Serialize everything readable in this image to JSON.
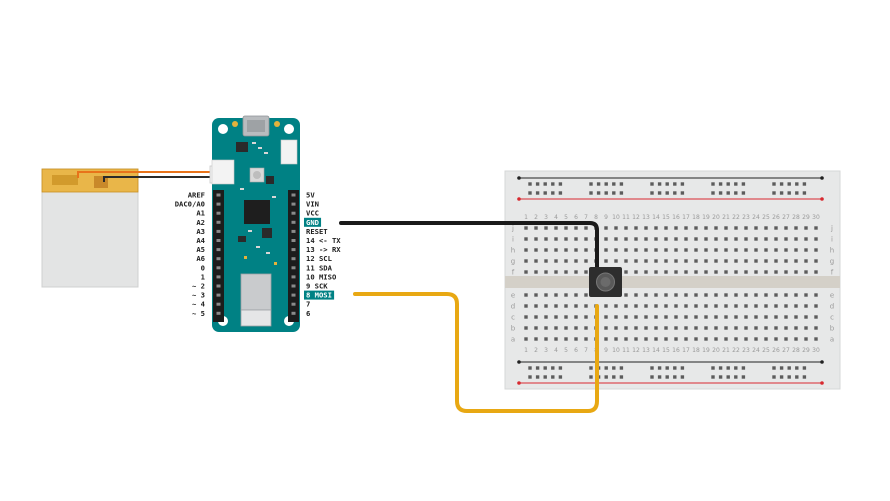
{
  "board": {
    "left_pins": [
      "AREF",
      "DAC0/A0",
      "A1",
      "A2",
      "A3",
      "A4",
      "A5",
      "A6",
      "0",
      "1",
      "~ 2",
      "~ 3",
      "~ 4",
      "~ 5"
    ],
    "right_pins": [
      "5V",
      "VIN",
      "VCC",
      "GND",
      "RESET",
      "14 <- TX",
      "13 -> RX",
      "12 SCL",
      "11 SDA",
      "10 MISO",
      "9 SCK",
      "8 MOSI",
      "7",
      "6"
    ],
    "highlighted_right_pins": [
      "GND",
      "8 MOSI"
    ]
  },
  "breadboard": {
    "column_count": 30,
    "rows_top": [
      "j",
      "i",
      "h",
      "g",
      "f"
    ],
    "rows_bottom": [
      "e",
      "d",
      "c",
      "b",
      "a"
    ]
  },
  "wires": [
    {
      "from": "GND",
      "to": "breadboard row f column 8",
      "color": "#1a1a1a"
    },
    {
      "from": "8 MOSI",
      "to": "breadboard row e column 8",
      "color": "#e8a813"
    }
  ],
  "colors": {
    "board": "#008184",
    "header": "#1c1c1c",
    "battery_cable": "#e8731a",
    "gnd_wire": "#1a1a1a",
    "signal_wire": "#e8a813",
    "rail_red": "#d8292f",
    "rail_black": "#222222",
    "pin_highlight": "#008184"
  }
}
